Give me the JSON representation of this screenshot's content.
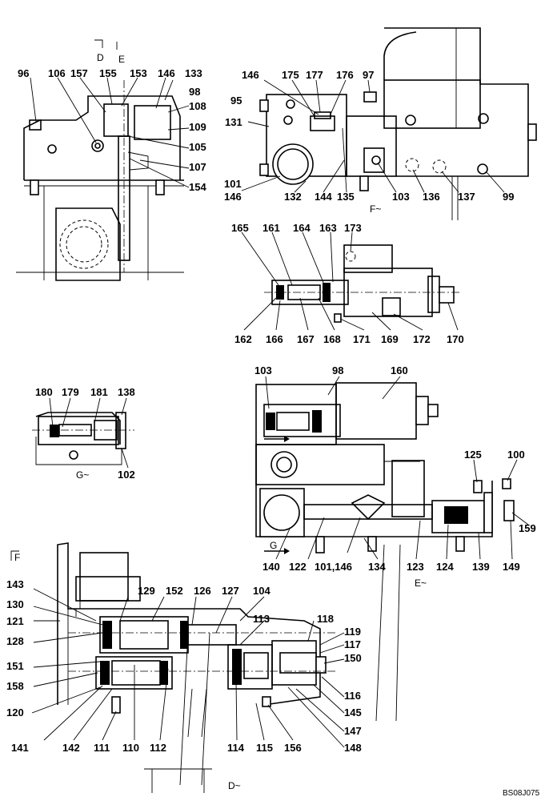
{
  "drawing": {
    "id": "BS08J075",
    "section_labels": [
      "D",
      "E",
      "F~",
      "G~",
      "E~",
      "F",
      "G",
      "D~"
    ]
  },
  "views": [
    {
      "key": "v1",
      "labels": [
        "96",
        "106",
        "157",
        "155",
        "153",
        "146",
        "133",
        "98",
        "108",
        "109",
        "105",
        "107",
        "154"
      ]
    },
    {
      "key": "v2",
      "labels": [
        "146",
        "175",
        "177",
        "176",
        "97",
        "95",
        "131",
        "101",
        "146",
        "132",
        "144",
        "135",
        "103",
        "136",
        "137",
        "99"
      ]
    },
    {
      "key": "v3",
      "labels": [
        "165",
        "161",
        "164",
        "163",
        "173",
        "162",
        "166",
        "167",
        "168",
        "171",
        "169",
        "172",
        "170"
      ]
    },
    {
      "key": "v4",
      "labels": [
        "180",
        "179",
        "181",
        "138",
        "102"
      ]
    },
    {
      "key": "v5",
      "labels": [
        "103",
        "98",
        "160",
        "125",
        "100",
        "159",
        "140",
        "122",
        "101,146",
        "134",
        "123",
        "124",
        "139",
        "149"
      ]
    },
    {
      "key": "v6",
      "labels": [
        "143",
        "129",
        "152",
        "126",
        "127",
        "104",
        "130",
        "121",
        "113",
        "118",
        "119",
        "117",
        "128",
        "150",
        "151",
        "158",
        "116",
        "120",
        "145",
        "147",
        "141",
        "142",
        "111",
        "110",
        "112",
        "114",
        "115",
        "156",
        "148"
      ]
    }
  ]
}
